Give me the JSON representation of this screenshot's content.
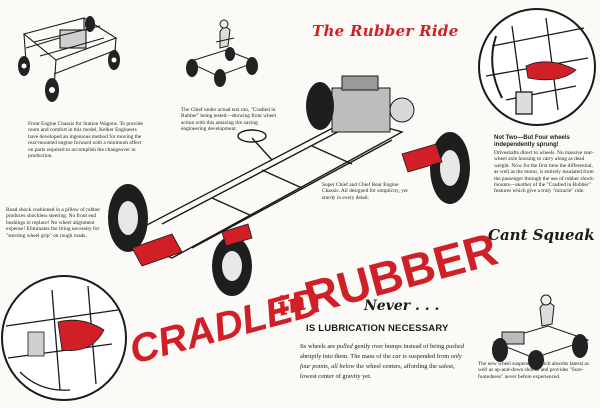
{
  "brand_color": "#d01f26",
  "ink_color": "#1a1a1a",
  "headline": {
    "script_title": "The Rubber Ride",
    "main_left": "CRADLED",
    "main_mid": "in",
    "main_right": "RUBBER",
    "never": "Never . . .",
    "lubrication": "IS LUBRICATION NECESSARY",
    "cant_squeak": "Cant Squeak"
  },
  "captions": {
    "engine_chassis": "Front Engine Chassis for Station Wagons. To provide room and comfort in this model, Kelker Engineers have developed an ingenious method for moving the rear-mounted engine forward with a minimum effect on parts required to accomplish the changeover in production.",
    "chief_under": "The Chief under actual test run, \"Cradled in Rubber\" being tested—showing front wheel action with this amazing tire saving engineering development.",
    "rear_wheels_head": "Not Two—But Four wheels independently sprung!",
    "rear_wheels_body": "Driveshafts direct to wheels. No massive rear-wheel axle housing to carry along as dead weight. Now for the first time the differential, as well as the motor, is entirely insulated from the passenger through the use of rubber shock-mounts—another of the \"Cradled in Rubber\" features which give a truly \"miracle\" ride.",
    "road_shock": "Road shock cushioned in a pillow of rubber produces shockless steering. No front end bushings to replace! No wheel alignment expense! Eliminates the tiring necessity for \"steering wheel grip\" on rough roads.",
    "super_chief": "Super Chief and Chief Rear Engine Chassis. All designed for simplicity, yet sturdy in every detail.",
    "suspension": "The new wheel suspension which absorbs lateral as well as up-and-down shocks and provides \"Sure-footedness\" never before experienced."
  },
  "body_copy": {
    "p1a": "Its wheels are ",
    "p1_em1": "pulled",
    "p1b": " gently over bumps instead of being ",
    "p1_em2": "pushed",
    "p1c": " abruptly into them.  The mass of the ",
    "p1_em3": "car",
    "p1d": " is suspended from ",
    "p1_em4": "only four points, all below",
    "p1e": " the wheel centers, affording the safest, lowest center of gravity yet."
  }
}
